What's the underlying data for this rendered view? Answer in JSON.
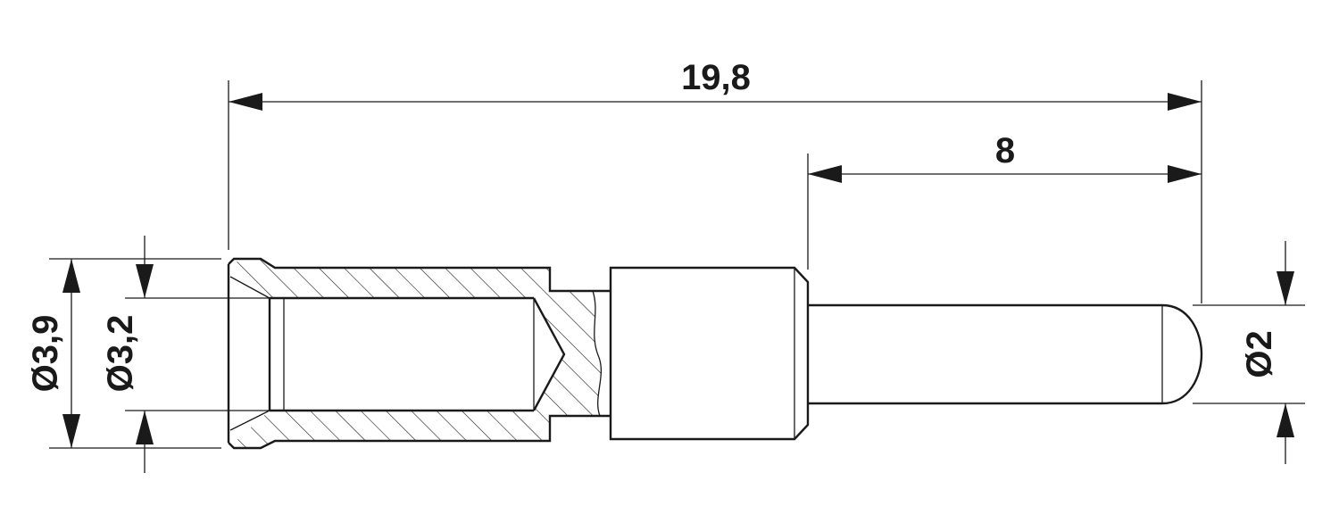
{
  "dimensions": {
    "overall_length": "19,8",
    "pin_length": "8",
    "outer_diameter": "Ø3,9",
    "inner_diameter": "Ø3,2",
    "pin_diameter": "Ø2"
  },
  "colors": {
    "line": "#1a1a1a",
    "background": "#ffffff"
  }
}
